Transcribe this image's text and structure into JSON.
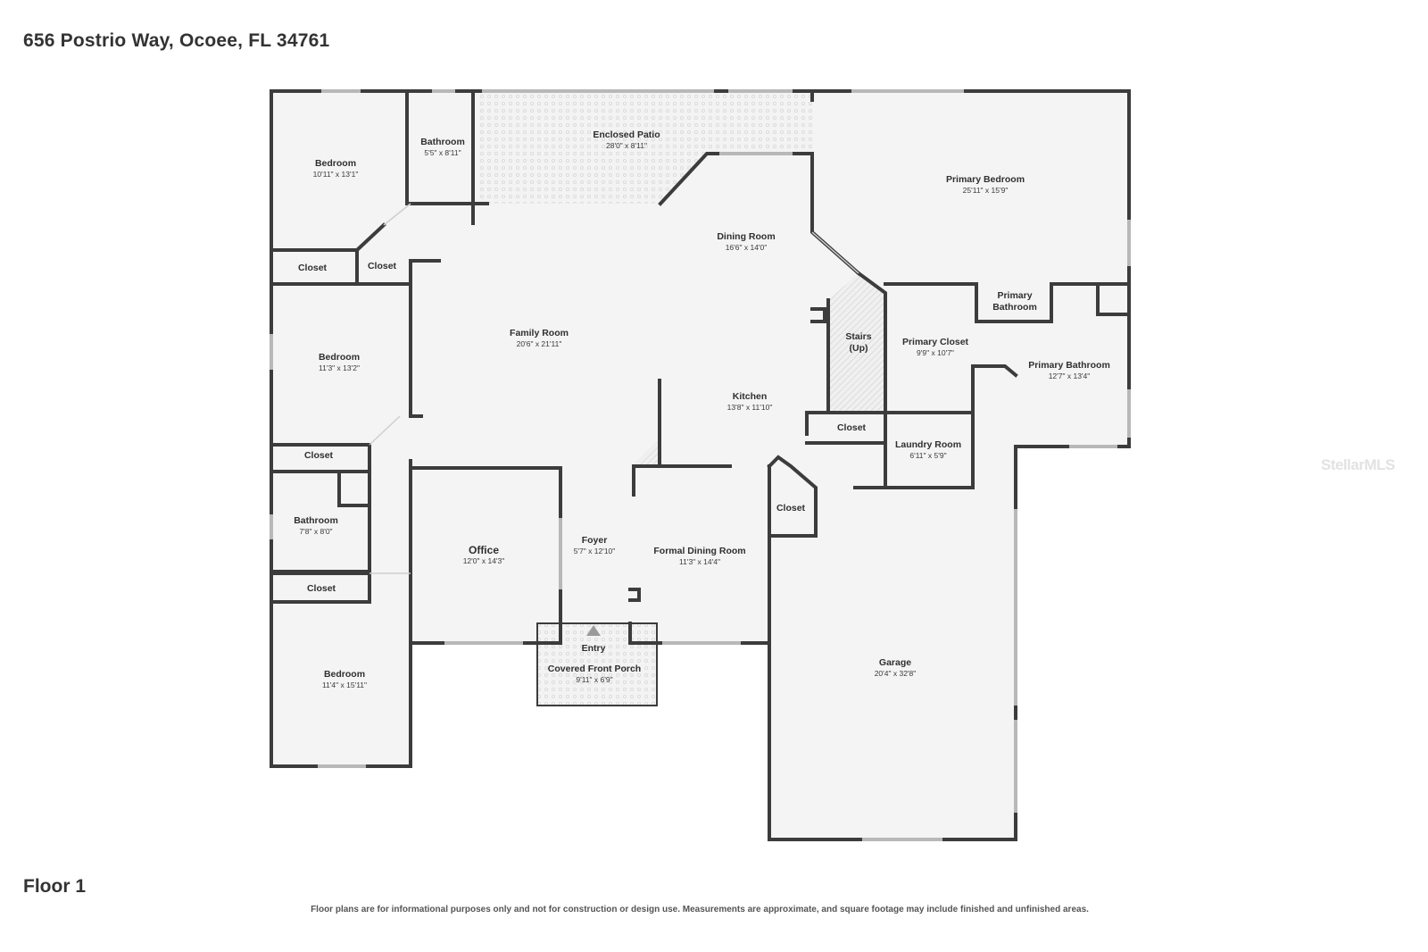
{
  "header": {
    "address": "656 Postrio Way, Ocoee, FL 34761"
  },
  "footer": {
    "floor_label": "Floor 1",
    "disclaimer": "Floor plans are for informational purposes only and not for construction or design use. Measurements are approximate, and square footage may include finished and unfinished areas."
  },
  "watermark": "StellarMLS",
  "rooms": {
    "bedroom_nw": {
      "name": "Bedroom",
      "dim": "10'11\" x 13'1\""
    },
    "bathroom_n": {
      "name": "Bathroom",
      "dim": "5'5\" x 8'11\""
    },
    "enclosed_patio": {
      "name": "Enclosed Patio",
      "dim": "28'0\" x 8'11\""
    },
    "primary_bedroom": {
      "name": "Primary Bedroom",
      "dim": "25'11\" x 15'9\""
    },
    "dining_room": {
      "name": "Dining Room",
      "dim": "16'6\" x 14'0\""
    },
    "closet_1": {
      "name": "Closet"
    },
    "closet_2": {
      "name": "Closet"
    },
    "family_room": {
      "name": "Family Room",
      "dim": "20'6\" x 21'11\""
    },
    "bedroom_w": {
      "name": "Bedroom",
      "dim": "11'3\" x 13'2\""
    },
    "stairs": {
      "name": "Stairs",
      "sub": "(Up)"
    },
    "primary_closet": {
      "name": "Primary Closet",
      "dim": "9'9\" x 10'7\""
    },
    "primary_bathroom_small": {
      "name": "Primary",
      "name2": "Bathroom"
    },
    "primary_bathroom": {
      "name": "Primary Bathroom",
      "dim": "12'7\" x 13'4\""
    },
    "kitchen": {
      "name": "Kitchen",
      "dim": "13'8\" x 11'10\""
    },
    "closet_kitchen": {
      "name": "Closet"
    },
    "laundry_room": {
      "name": "Laundry Room",
      "dim": "6'11\" x 5'9\""
    },
    "closet_3": {
      "name": "Closet"
    },
    "bathroom_w": {
      "name": "Bathroom",
      "dim": "7'8\" x 8'0\""
    },
    "closet_garage": {
      "name": "Closet"
    },
    "office": {
      "name": "Office",
      "dim": "12'0\" x 14'3\""
    },
    "foyer": {
      "name": "Foyer",
      "dim": "5'7\" x 12'10\""
    },
    "formal_dining_room": {
      "name": "Formal Dining Room",
      "dim": "11'3\" x 14'4\""
    },
    "closet_4": {
      "name": "Closet"
    },
    "entry": {
      "name": "Entry"
    },
    "covered_front_porch": {
      "name": "Covered Front Porch",
      "dim": "9'11\" x 6'9\""
    },
    "bedroom_sw": {
      "name": "Bedroom",
      "dim": "11'4\" x 15'11\""
    },
    "garage": {
      "name": "Garage",
      "dim": "20'4\" x 32'8\""
    }
  }
}
